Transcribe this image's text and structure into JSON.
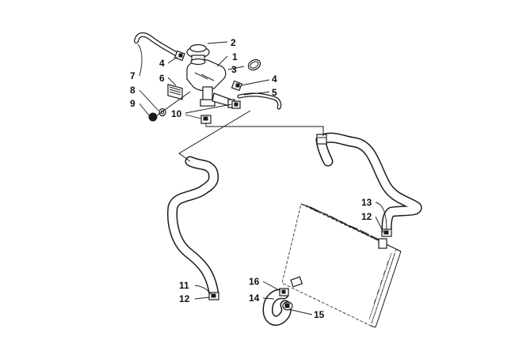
{
  "callouts": [
    {
      "id": "c1",
      "text": "1"
    },
    {
      "id": "c2",
      "text": "2"
    },
    {
      "id": "c3",
      "text": "3"
    },
    {
      "id": "c4a",
      "text": "4"
    },
    {
      "id": "c4b",
      "text": "4"
    },
    {
      "id": "c5",
      "text": "5"
    },
    {
      "id": "c6",
      "text": "6"
    },
    {
      "id": "c7",
      "text": "7"
    },
    {
      "id": "c8",
      "text": "8"
    },
    {
      "id": "c9",
      "text": "9"
    },
    {
      "id": "c10",
      "text": "10"
    },
    {
      "id": "c11",
      "text": "11"
    },
    {
      "id": "c12a",
      "text": "12"
    },
    {
      "id": "c12b",
      "text": "12"
    },
    {
      "id": "c13",
      "text": "13"
    },
    {
      "id": "c14",
      "text": "14"
    },
    {
      "id": "c15",
      "text": "15"
    },
    {
      "id": "c16",
      "text": "16"
    }
  ]
}
